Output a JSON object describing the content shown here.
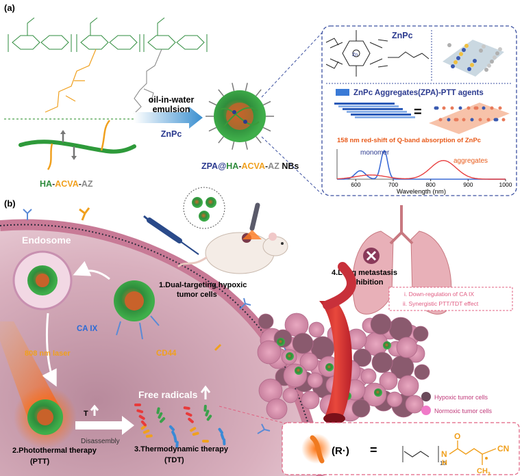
{
  "panel_a": {
    "label": "(a)",
    "polymer_label": {
      "p1": "HA",
      "sep1": "-",
      "p2": "ACVA",
      "sep2": "-",
      "p3": "AZ"
    },
    "arrow_top": "oil-in-water",
    "arrow_mid": "emulsion",
    "arrow_bottom": "ZnPc",
    "nb_label": {
      "p1": "ZPA@",
      "p2": "HA",
      "s1": "-",
      "p3": "ACVA",
      "s2": "-",
      "p4": "AZ",
      "p5": " NBs"
    },
    "zn_title": "ZnPc",
    "zn_center": "Zn",
    "legend_text": "ZnPc Aggregates(ZPA)-PTT agents",
    "equals": "=",
    "redshift": "158 nm red-shift of Q-band absorption of ZnPc",
    "monomer": "monomer",
    "aggregates": "aggregates",
    "xlabel": "Wavelength (nm)",
    "xticks": [
      "600",
      "700",
      "800",
      "900",
      "1000"
    ]
  },
  "panel_b": {
    "label": "(b)",
    "endosome": "Endosome",
    "ca9": "CA IX",
    "laser": "808 nm laser",
    "cd44": "CD44",
    "step1_l1": "1.Dual-targeting hypoxic",
    "step1_l2": "tumor cells",
    "step2_l1": "2.Photothermal therapy",
    "step2_l2": "(PTT)",
    "step3_l1": "3.Thermodynamic therapy",
    "step3_l2": "(TDT)",
    "step4_l1": "4.Lung metastasis",
    "step4_l2": "inhibition",
    "effect1": "i.  Down-regulation of CA IX",
    "effect2": "ii.  Synergistic PTT/TDT effect",
    "free_radicals": "Free radicals",
    "temp": "T",
    "disassembly": "Disassembly",
    "hypoxic": "Hypoxic tumor cells",
    "normoxic": "Normoxic tumor cells",
    "radical": "(R·)",
    "equals": "=",
    "formula_sub": "15",
    "formula_n": "N",
    "formula_h": "H",
    "formula_o": "O",
    "formula_cn": "CN",
    "formula_ch3": "CH",
    "formula_3": "3"
  },
  "colors": {
    "ha_green": "#2e8b3c",
    "acva_orange": "#f0a01e",
    "az_gray": "#8a8a8a",
    "navy": "#2b3a8f",
    "red": "#e03030",
    "blue": "#1e6fd6",
    "cell": "#d8a8b8",
    "pink_dash": "#e06080"
  }
}
